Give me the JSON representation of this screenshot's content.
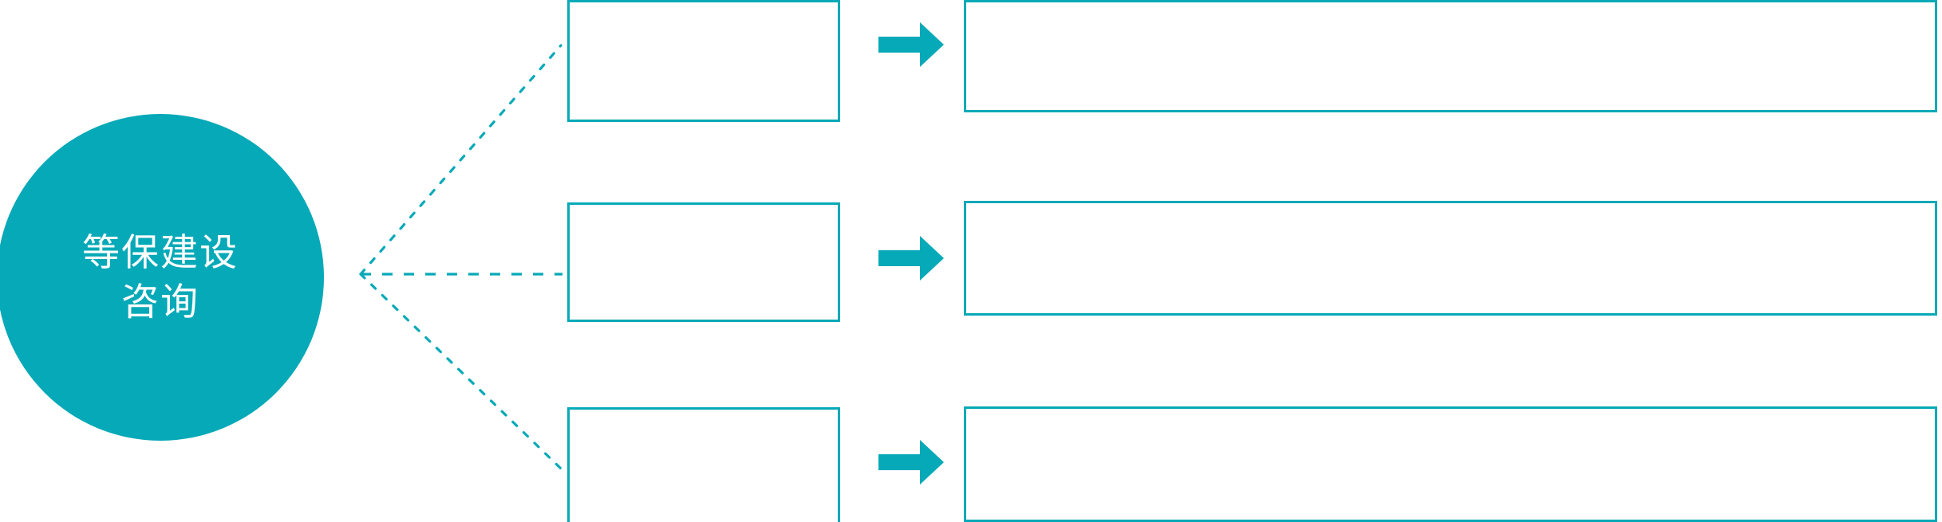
{
  "diagram": {
    "type": "hub-and-spoke-process",
    "accent_color": "#06A9B7",
    "background_color": "#FFFFFF",
    "text_color": "#FFFFFF"
  },
  "hub": {
    "name": "等保建设咨询",
    "line1": "等保建设",
    "line2": "咨询"
  },
  "rows": [
    {
      "stage": "",
      "detail": ""
    },
    {
      "stage": "",
      "detail": ""
    },
    {
      "stage": "",
      "detail": ""
    }
  ],
  "icons": {
    "arrow": "right-arrow-icon",
    "connector": "dotted-connector-line"
  }
}
